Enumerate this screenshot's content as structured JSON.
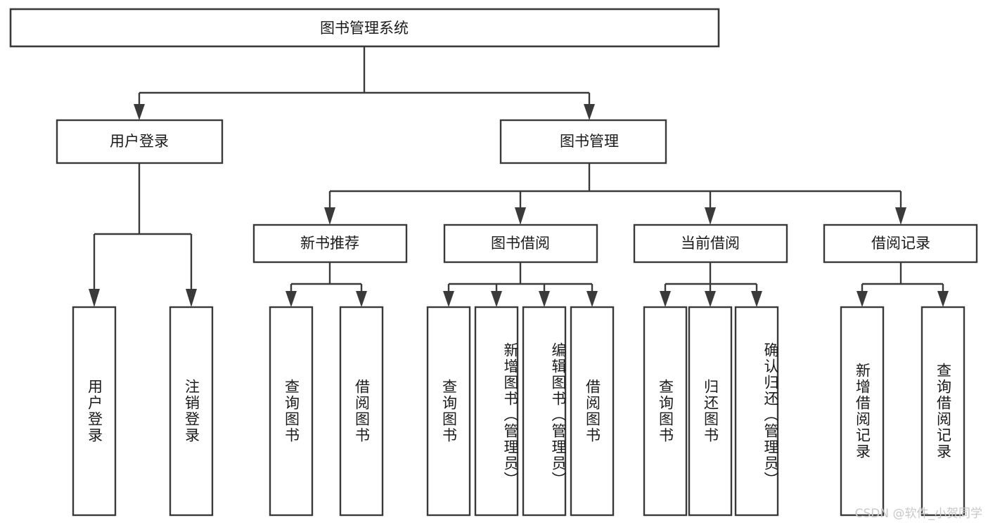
{
  "diagram": {
    "type": "tree",
    "title": "图书管理系统",
    "orientation": "top-down",
    "colors": {
      "box_stroke": "#3a3a3a",
      "box_fill": "#ffffff",
      "text": "#1a1a1a",
      "connector": "#3a3a3a",
      "background": "#ffffff",
      "watermark": "#c9c9c9"
    }
  },
  "nodes": {
    "root": {
      "label": "图书管理系统"
    },
    "level1": [
      {
        "id": "user-login",
        "label": "用户登录"
      },
      {
        "id": "book-management",
        "label": "图书管理"
      }
    ],
    "level2": [
      {
        "id": "new-book-recommend",
        "label": "新书推荐",
        "parent": "book-management"
      },
      {
        "id": "book-borrow",
        "label": "图书借阅",
        "parent": "book-management"
      },
      {
        "id": "current-borrow",
        "label": "当前借阅",
        "parent": "book-management"
      },
      {
        "id": "borrow-record",
        "label": "借阅记录",
        "parent": "book-management"
      }
    ],
    "leaves": [
      {
        "id": "leaf-user-login",
        "label": "用户登录",
        "parent": "user-login"
      },
      {
        "id": "leaf-logout-login",
        "label": "注销登录",
        "parent": "user-login"
      },
      {
        "id": "leaf-query-book-1",
        "label": "查询图书",
        "parent": "new-book-recommend"
      },
      {
        "id": "leaf-borrow-book-1",
        "label": "借阅图书",
        "parent": "new-book-recommend"
      },
      {
        "id": "leaf-query-book-2",
        "label": "查询图书",
        "parent": "book-borrow"
      },
      {
        "id": "leaf-add-book",
        "label": "新增图书（管理员）",
        "parent": "book-borrow"
      },
      {
        "id": "leaf-edit-book",
        "label": "编辑图书（管理员）",
        "parent": "book-borrow"
      },
      {
        "id": "leaf-borrow-book-2",
        "label": "借阅图书",
        "parent": "book-borrow"
      },
      {
        "id": "leaf-query-book-3",
        "label": "查询图书",
        "parent": "current-borrow"
      },
      {
        "id": "leaf-return-book",
        "label": "归还图书",
        "parent": "current-borrow"
      },
      {
        "id": "leaf-confirm-return",
        "label": "确认归还（管理员）",
        "parent": "current-borrow"
      },
      {
        "id": "leaf-add-borrow-record",
        "label": "新增借阅记录",
        "parent": "borrow-record"
      },
      {
        "id": "leaf-query-borrow-record",
        "label": "查询借阅记录",
        "parent": "borrow-record"
      }
    ]
  },
  "watermark": {
    "text": "CSDN @软件_小贺同学"
  }
}
